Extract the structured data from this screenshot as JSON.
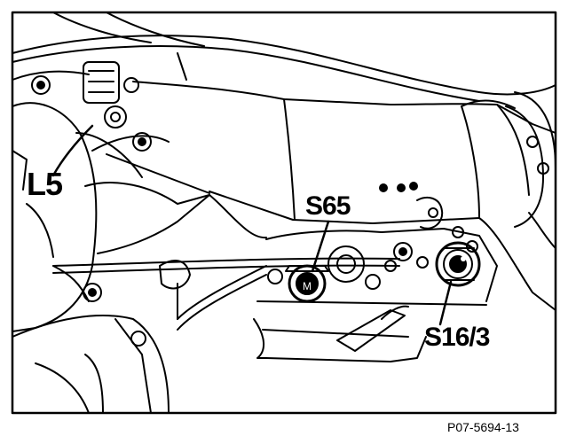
{
  "labels": {
    "l5": "L5",
    "s65": "S65",
    "s16_3": "S16/3"
  },
  "caption": "P07-5694-13",
  "colors": {
    "ink": "#000000",
    "paper": "#ffffff"
  }
}
